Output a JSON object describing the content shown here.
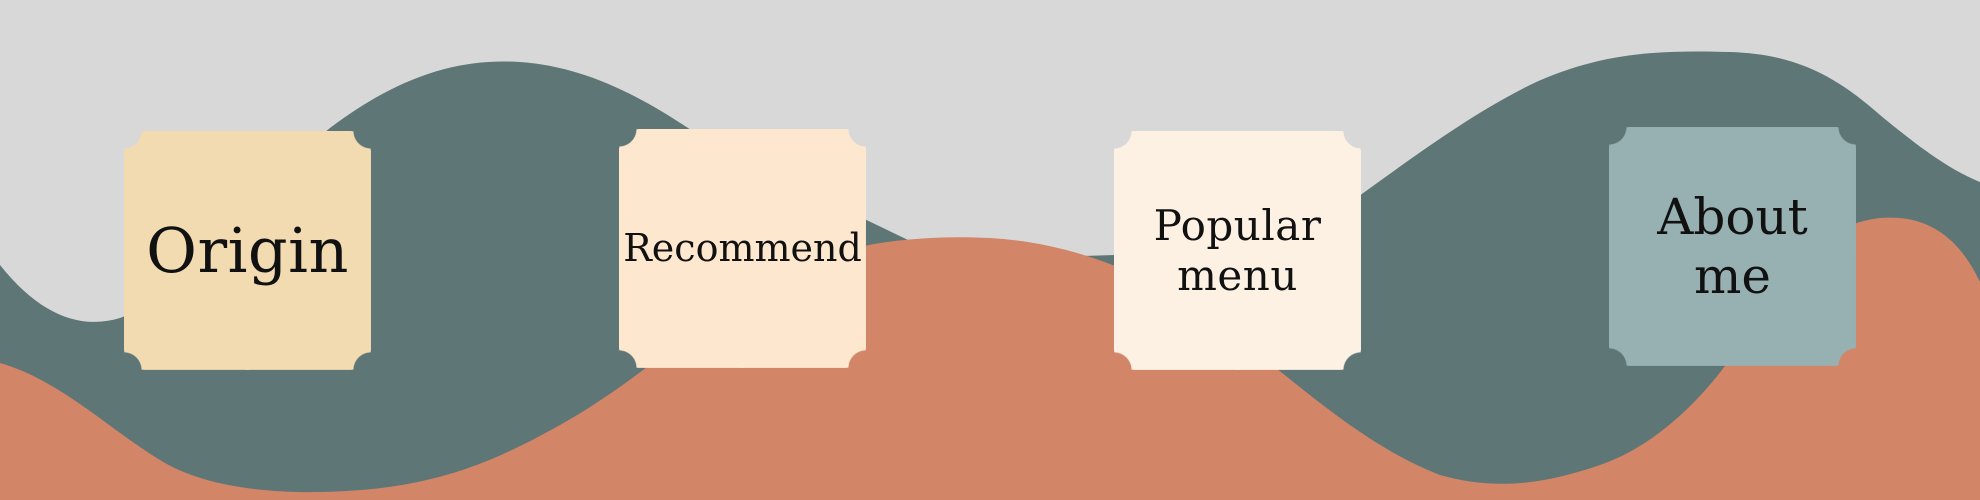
{
  "colors": {
    "background": "#d8d8d8",
    "teal_wave": "#5f7677",
    "terracotta_wave": "#d28567"
  },
  "tiles": [
    {
      "label": "Origin",
      "color": "#f2dbb1"
    },
    {
      "label": "Recommend",
      "color": "#fde8cf"
    },
    {
      "label": "Popular menu",
      "color": "#fdf1e4"
    },
    {
      "label": "About me",
      "color": "#97b0b1"
    }
  ]
}
